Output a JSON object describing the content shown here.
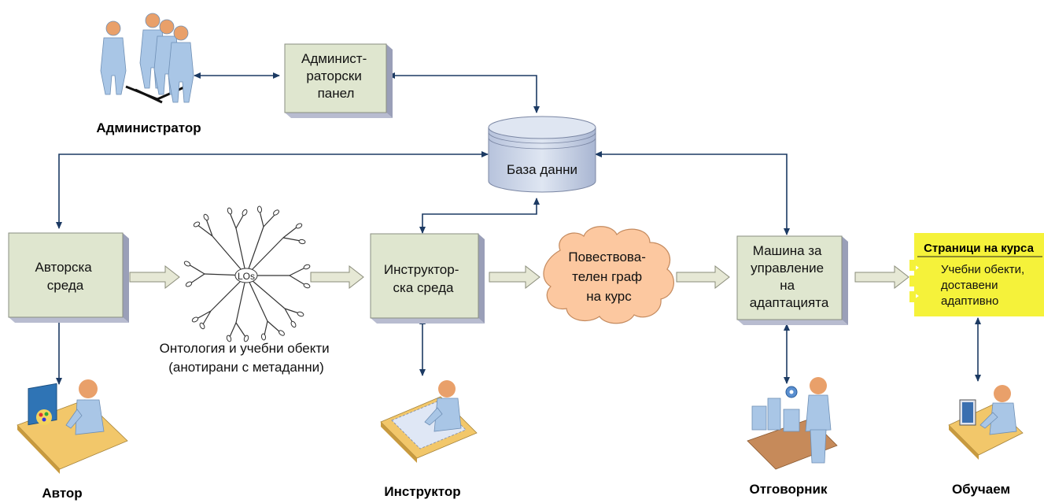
{
  "boxes": {
    "admin_panel": [
      "Админист-",
      "раторски",
      "панел"
    ],
    "author_env": [
      "Авторска",
      "среда"
    ],
    "instructor_env": [
      "Инструктор-",
      "ска среда"
    ],
    "adaptation_engine": [
      "Машина за",
      "управление",
      "на",
      "адаптацията"
    ]
  },
  "database": {
    "label": "База данни"
  },
  "cloud": {
    "label": [
      "Повествова-",
      "телен граф",
      "на курс"
    ]
  },
  "ontology": {
    "center_label": "LOs",
    "caption": [
      "Онтология и учебни обекти",
      "(анотирани с метаданни)"
    ]
  },
  "course_pages": {
    "title": "Страници на курса",
    "body": [
      "Учебни обекти,",
      "доставени",
      "адаптивно"
    ]
  },
  "roles": {
    "administrator": "Администратор",
    "author": "Автор",
    "instructor": "Инструктор",
    "responder": "Отговорник",
    "learner": "Обучаем"
  },
  "colors": {
    "box_fill": "#dfe6cf",
    "arrow": "#1c3a63",
    "cloud_fill": "#fcc8a0",
    "course_pages_fill": "#f5f23a",
    "database_fill": "#c9d3e6"
  }
}
